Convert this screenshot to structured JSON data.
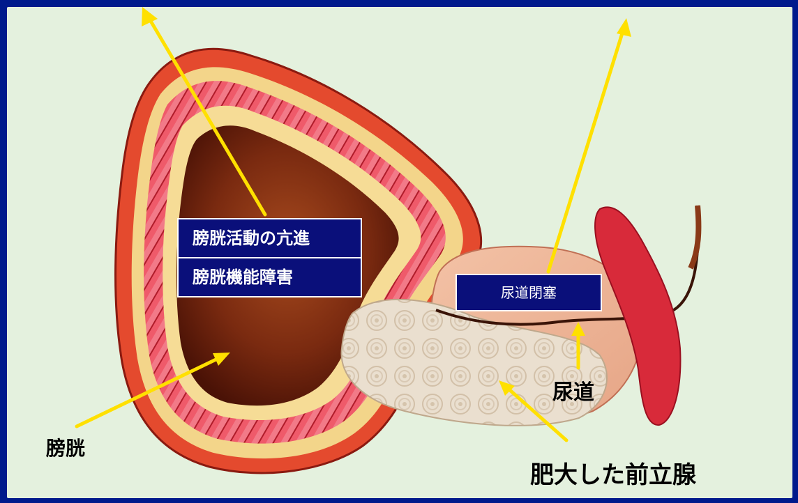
{
  "labels": {
    "bladder": "膀胱",
    "urethra": "尿道",
    "enlarged_prostate": "肥大した前立腺"
  },
  "boxes": {
    "bladder_symptoms": [
      "膀胱活動の亢進",
      "膀胱機能障害"
    ],
    "obstruction": "尿道閉塞"
  },
  "colors": {
    "background": "#e4f1de",
    "frame": "#001a8c",
    "arrow": "#ffe000",
    "box_fill": "#0a0f7a",
    "muscle": "#d8262e",
    "prostate": "#e9dcc8"
  }
}
